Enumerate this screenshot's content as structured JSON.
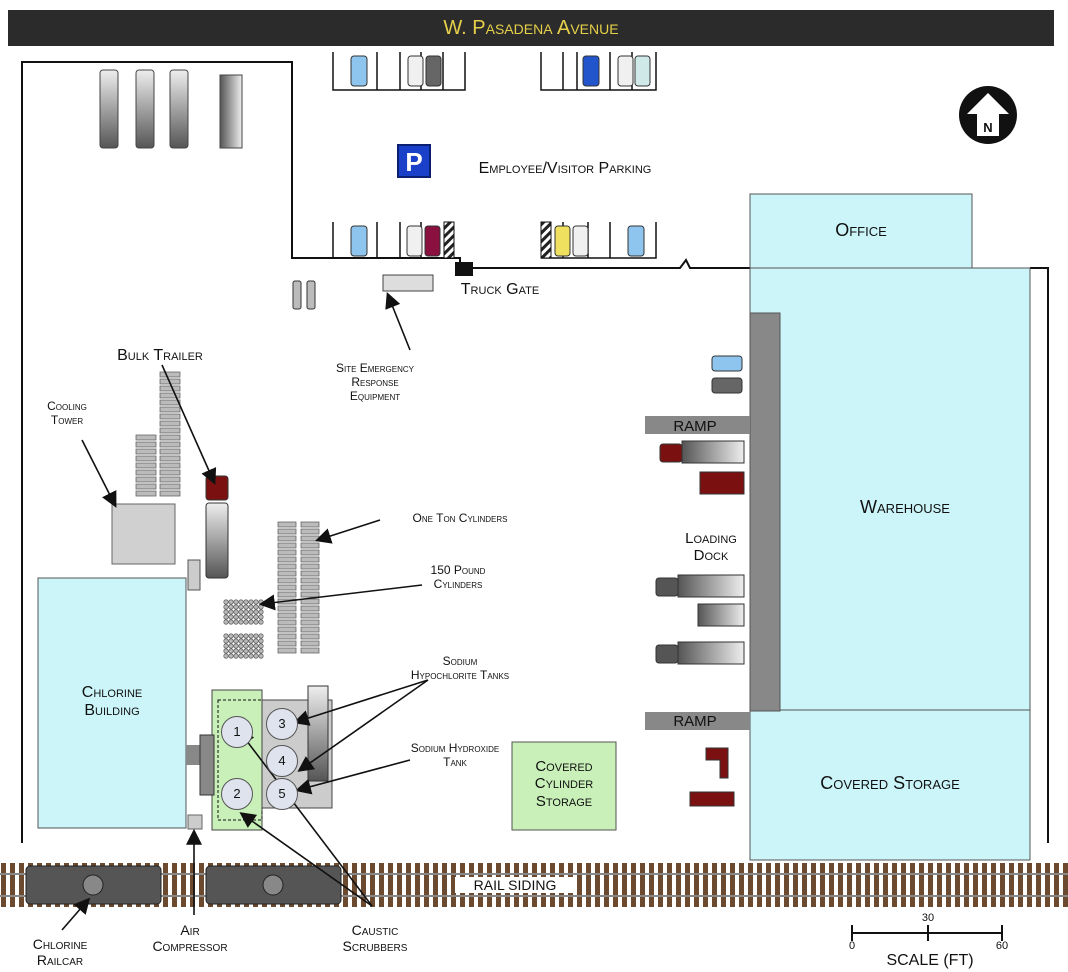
{
  "street": "W. Pasadena Avenue",
  "parking_sign": "P",
  "parking_label": "Employee/Visitor Parking",
  "north": "N",
  "labels": {
    "truck_gate": "Truck Gate",
    "emergency": "Site Emergency\nResponse\nEquipment",
    "bulk_trailer": "Bulk Trailer",
    "cooling_tower": "Cooling\nTower",
    "one_ton": "One Ton Cylinders",
    "pound150": "150 Pound\nCylinders",
    "hypochlorite": "Sodium\nHypochlorite Tanks",
    "hydroxide": "Sodium Hydroxide\nTank",
    "covered_cyl": "Covered\nCylinder\nStorage",
    "chlorine_bldg": "Chlorine\nBuilding",
    "office": "Office",
    "warehouse": "Warehouse",
    "covered_storage": "Covered Storage",
    "ramp1": "RAMP",
    "ramp2": "RAMP",
    "loading_dock": "Loading\nDock",
    "rail_siding": "RAIL SIDING",
    "railcar": "Chlorine\nRailcar",
    "air_comp": "Air\nCompressor",
    "scrubbers": "Caustic\nScrubbers"
  },
  "tanks": [
    "1",
    "2",
    "3",
    "4",
    "5"
  ],
  "scale": {
    "title": "SCALE (FT)",
    "ticks": [
      "0",
      "30",
      "60"
    ]
  },
  "colors": {
    "building": "#ccf5fa",
    "green_area": "#c8f0b8",
    "road": "#2b2b2b",
    "street_text": "#e6d04a",
    "ramp": "#888888",
    "maroon": "#7a1010"
  }
}
